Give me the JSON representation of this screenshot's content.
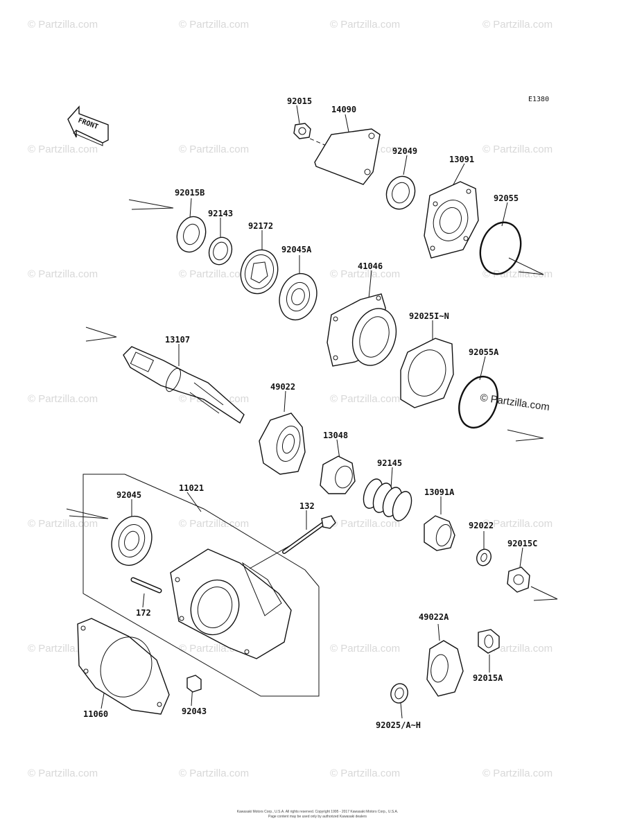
{
  "diagram_code": "E1380",
  "front_marker": "FRONT",
  "watermark": "© Partzilla.com",
  "footer_line1": "Kawasaki Motors Corp., U.S.A. All rights reserved. Copyright 1995 - 2017 Kawasaki Motors Corp., U.S.A.",
  "footer_line2": "Page content may be used only by authorized Kawasaki dealers",
  "parts": {
    "p92015": "92015",
    "p14090": "14090",
    "p92049": "92049",
    "p13091": "13091",
    "p92055": "92055",
    "p92015B": "92015B",
    "p92143": "92143",
    "p92172": "92172",
    "p92045A": "92045A",
    "p41046": "41046",
    "p92025IN": "92025I~N",
    "p92055A": "92055A",
    "p13107": "13107",
    "p49022": "49022",
    "p13048": "13048",
    "p92145": "92145",
    "p13091A": "13091A",
    "p92022": "92022",
    "p92015C": "92015C",
    "p11021": "11021",
    "p92045": "92045",
    "p132": "132",
    "p172": "172",
    "p11060": "11060",
    "p92043": "92043",
    "p49022A": "49022A",
    "p92015A": "92015A",
    "p92025AH": "92025/A~H"
  }
}
